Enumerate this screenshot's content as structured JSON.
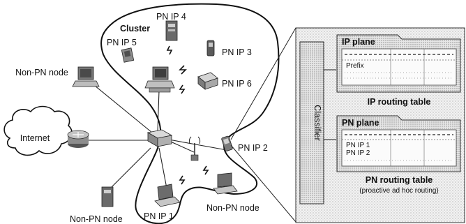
{
  "labels": {
    "cluster": "Cluster",
    "internet": "Internet",
    "non_pn_top": "Non-PN node",
    "non_pn_bottom_left": "Non-PN node",
    "non_pn_bottom_right": "Non-PN node",
    "pn_ip_1": "PN IP 1",
    "pn_ip_2": "PN IP 2",
    "pn_ip_3": "PN IP 3",
    "pn_ip_4": "PN IP 4",
    "pn_ip_5": "PN IP 5",
    "pn_ip_6": "PN IP 6"
  },
  "detail": {
    "classifier": "Classifier",
    "ip_plane": {
      "title": "IP plane",
      "row_label": "Prefix",
      "caption": "IP routing table"
    },
    "pn_plane": {
      "title": "PN plane",
      "row_1": "PN IP 1",
      "row_2": "PN IP 2",
      "caption": "PN routing table",
      "subcaption": "(proactive ad hoc routing)"
    }
  }
}
